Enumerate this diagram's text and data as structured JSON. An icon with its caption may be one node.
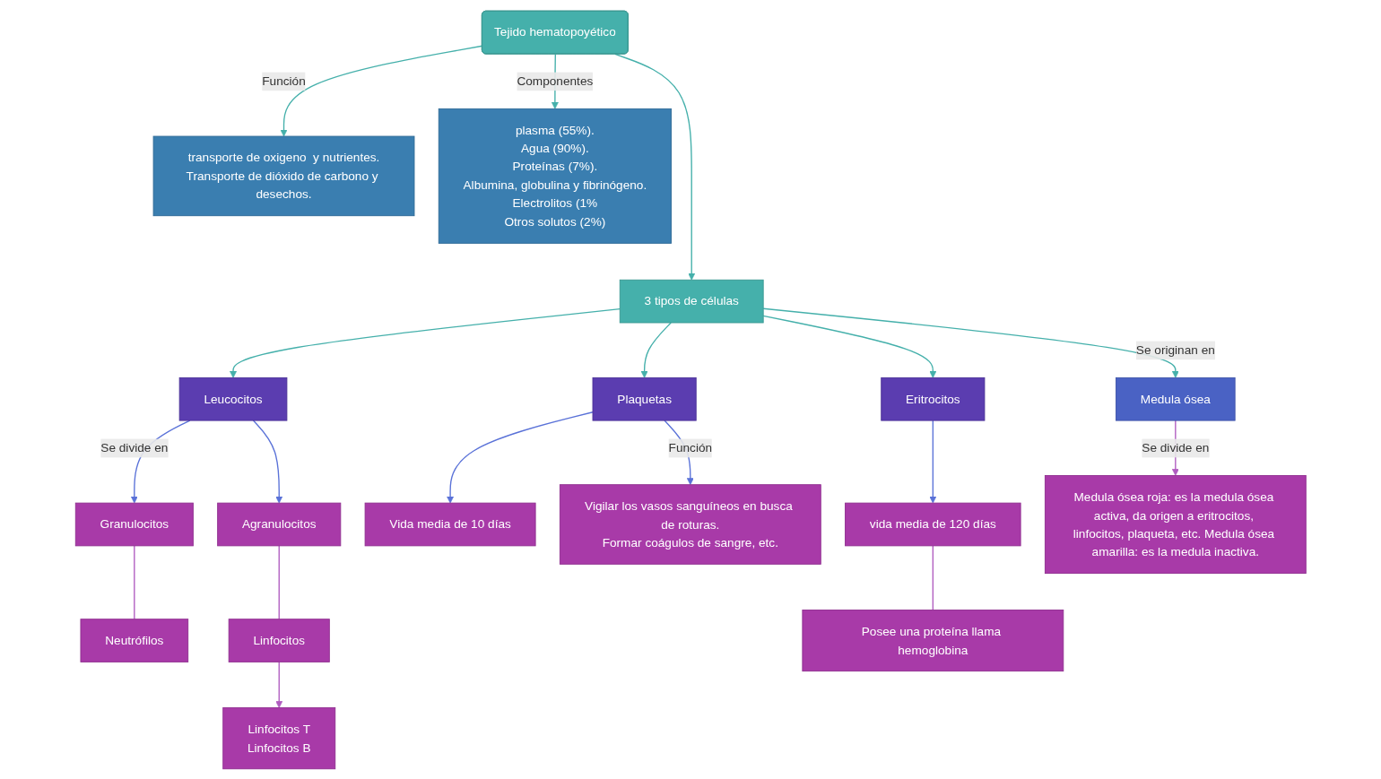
{
  "diagram": {
    "nodes": [
      {
        "text": [
          "Tejido hematopoyético"
        ]
      },
      {
        "text": [
          "transporte de oxigeno  y nutrientes.",
          "Transporte de dióxido de carbono y desechos."
        ]
      },
      {
        "text": [
          "plasma (55%).",
          "Agua (90%).",
          "Proteínas (7%).",
          "Albumina, globulina y fibrinógeno.",
          "Electrolitos (1%",
          "Otros solutos (2%)"
        ]
      },
      {
        "text": [
          "3 tipos de células"
        ]
      },
      {
        "text": [
          "Leucocitos"
        ]
      },
      {
        "text": [
          "Plaquetas"
        ]
      },
      {
        "text": [
          "Eritrocitos"
        ]
      },
      {
        "text": [
          "Medula ósea"
        ]
      },
      {
        "text": [
          "Granulocitos"
        ]
      },
      {
        "text": [
          "Agranulocitos"
        ]
      },
      {
        "text": [
          "Vida media de 10 días"
        ]
      },
      {
        "text": [
          "Vigilar los vasos sanguíneos en busca de roturas.",
          "Formar coágulos de sangre, etc."
        ]
      },
      {
        "text": [
          "vida media de 120 días"
        ]
      },
      {
        "text": [
          "Medula ósea roja: es la medula ósea activa, da origen a eritrocitos, linfocitos, plaqueta, etc. Medula ósea amarilla: es la medula inactiva."
        ]
      },
      {
        "text": [
          "Neutrófilos"
        ]
      },
      {
        "text": [
          "Linfocitos"
        ]
      },
      {
        "text": [
          "Linfocitos T",
          "Linfocitos B"
        ]
      },
      {
        "text": [
          "Posee una proteína llama hemoglobina"
        ]
      }
    ],
    "edges": [
      {
        "from": 0,
        "to": 1,
        "arrow": "to",
        "label": "Función"
      },
      {
        "from": 0,
        "to": 2,
        "arrow": "to",
        "label": "Componentes"
      },
      {
        "from": 0,
        "to": 3,
        "arrow": "to"
      },
      {
        "from": 3,
        "to": 4,
        "arrow": "to"
      },
      {
        "from": 3,
        "to": 5,
        "arrow": "to"
      },
      {
        "from": 3,
        "to": 6,
        "arrow": "to"
      },
      {
        "from": 3,
        "to": 7,
        "arrow": "to",
        "label": "Se originan en"
      },
      {
        "from": 4,
        "to": 8,
        "arrow": "to",
        "label": "Se divide  en",
        "color": "#5a72d8"
      },
      {
        "from": 4,
        "to": 9,
        "arrow": "to",
        "color": "#5a72d8"
      },
      {
        "from": 5,
        "to": 10,
        "arrow": "to",
        "color": "#5a72d8"
      },
      {
        "from": 5,
        "to": 11,
        "arrow": "to",
        "label": "Función",
        "color": "#5a72d8"
      },
      {
        "from": 6,
        "to": 12,
        "arrow": "to",
        "color": "#5a72d8"
      },
      {
        "from": 7,
        "to": 13,
        "arrow": "to",
        "label": "Se divide en",
        "color": "#b05cc0"
      },
      {
        "from": 8,
        "to": 14,
        "arrow": "none",
        "color": "#b05cc0"
      },
      {
        "from": 9,
        "to": 15,
        "arrow": "none",
        "color": "#b05cc0"
      },
      {
        "from": 15,
        "to": 16,
        "arrow": "to",
        "color": "#b05cc0"
      },
      {
        "from": 12,
        "to": 17,
        "arrow": "none",
        "color": "#b05cc0"
      }
    ]
  }
}
